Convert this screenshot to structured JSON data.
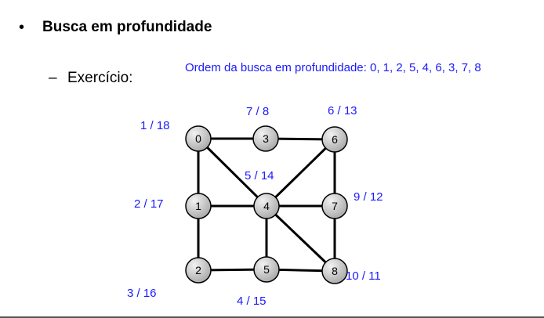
{
  "header": {
    "bullet": "•",
    "title": "Busca em profundidade"
  },
  "sub": {
    "dash": "–",
    "label": "Exercício:"
  },
  "order": {
    "label": "Ordem da busca em profundidade:  0, 1, 2, 5, 4, 6, 3, 7, 8"
  },
  "colors": {
    "annotation": "#1a1aff",
    "node_fill_light": "#f2f2f2",
    "node_fill_dark": "#a8a8a8"
  },
  "graph": {
    "nodes": [
      {
        "id": "0",
        "times": "1 / 18"
      },
      {
        "id": "3",
        "times": "7 / 8"
      },
      {
        "id": "6",
        "times": "6 / 13"
      },
      {
        "id": "1",
        "times": "2 / 17"
      },
      {
        "id": "4",
        "times": "5 / 14"
      },
      {
        "id": "7",
        "times": "9 / 12"
      },
      {
        "id": "2",
        "times": "3 / 16"
      },
      {
        "id": "5",
        "times": "4 / 15"
      },
      {
        "id": "8",
        "times": "10 / 11"
      }
    ],
    "edges": [
      [
        "0",
        "3"
      ],
      [
        "3",
        "6"
      ],
      [
        "0",
        "1"
      ],
      [
        "0",
        "4"
      ],
      [
        "1",
        "4"
      ],
      [
        "4",
        "6"
      ],
      [
        "6",
        "7"
      ],
      [
        "4",
        "7"
      ],
      [
        "1",
        "2"
      ],
      [
        "2",
        "5"
      ],
      [
        "4",
        "5"
      ],
      [
        "4",
        "8"
      ],
      [
        "7",
        "8"
      ],
      [
        "5",
        "8"
      ]
    ]
  }
}
